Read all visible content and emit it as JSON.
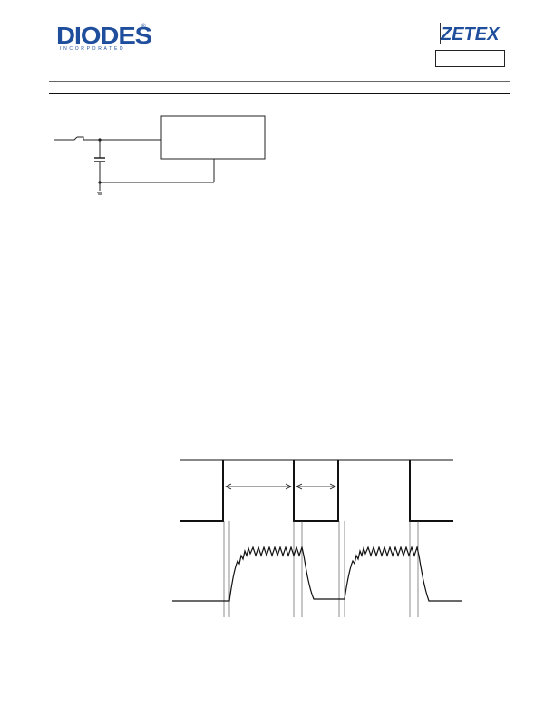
{
  "header": {
    "left_logo": {
      "wordmark": "DIODES",
      "registered_mark": "®",
      "subline": "INCORPORATED",
      "color": "#1f4e9c"
    },
    "right_logo": {
      "wordmark": "ZETEX",
      "color": "#1f4e9c"
    }
  },
  "circuit_diagram": {
    "elements": [
      "switch",
      "capacitor",
      "ground",
      "ic-block"
    ]
  },
  "timing_diagram": {
    "signals": [
      "control-step",
      "inductor-current-ripple"
    ],
    "annotations": [
      "interval-arrow-1",
      "interval-arrow-2"
    ]
  }
}
